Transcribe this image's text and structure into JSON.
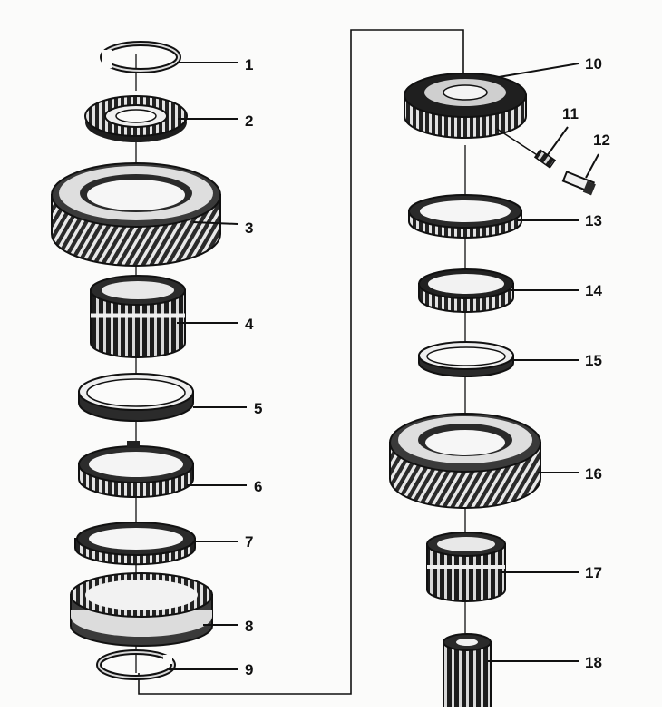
{
  "callouts": [
    {
      "n": "1"
    },
    {
      "n": "2"
    },
    {
      "n": "3"
    },
    {
      "n": "4"
    },
    {
      "n": "5"
    },
    {
      "n": "6"
    },
    {
      "n": "7"
    },
    {
      "n": "8"
    },
    {
      "n": "9"
    },
    {
      "n": "10"
    },
    {
      "n": "11"
    },
    {
      "n": "12"
    },
    {
      "n": "13"
    },
    {
      "n": "14"
    },
    {
      "n": "15"
    },
    {
      "n": "16"
    },
    {
      "n": "17"
    },
    {
      "n": "18"
    }
  ]
}
